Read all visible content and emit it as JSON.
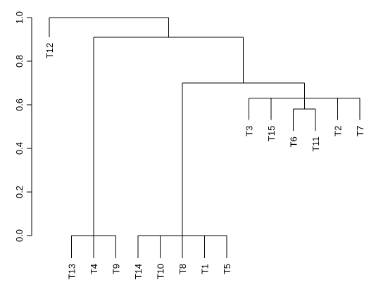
{
  "chart_data": {
    "type": "dendrogram",
    "title": "",
    "xlabel": "",
    "ylabel": "",
    "ylim": [
      0,
      1
    ],
    "yticks": [
      {
        "value": 0.0,
        "label": "0.0"
      },
      {
        "value": 0.2,
        "label": "0.2"
      },
      {
        "value": 0.4,
        "label": "0.4"
      },
      {
        "value": 0.6,
        "label": "0.6"
      },
      {
        "value": 0.8,
        "label": "0.8"
      },
      {
        "value": 1.0,
        "label": "1.0"
      }
    ],
    "grid": false,
    "leaves": [
      {
        "name": "T12",
        "x": 1.5,
        "height": 0.91
      },
      {
        "name": "T13",
        "x": 2.5,
        "height": 0.0
      },
      {
        "name": "T4",
        "x": 3.5,
        "height": 0.0
      },
      {
        "name": "T9",
        "x": 4.5,
        "height": 0.0
      },
      {
        "name": "T14",
        "x": 5.5,
        "height": 0.0
      },
      {
        "name": "T10",
        "x": 6.5,
        "height": 0.0
      },
      {
        "name": "T8",
        "x": 7.5,
        "height": 0.0
      },
      {
        "name": "T1",
        "x": 8.5,
        "height": 0.0
      },
      {
        "name": "T5",
        "x": 9.5,
        "height": 0.0
      },
      {
        "name": "T3",
        "x": 10.5,
        "height": 0.53
      },
      {
        "name": "T15",
        "x": 11.5,
        "height": 0.53
      },
      {
        "name": "T6",
        "x": 12.5,
        "height": 0.48
      },
      {
        "name": "T11",
        "x": 13.5,
        "height": 0.48
      },
      {
        "name": "T2",
        "x": 14.5,
        "height": 0.53
      },
      {
        "name": "T7",
        "x": 15.5,
        "height": 0.53
      }
    ],
    "merges": [
      {
        "name": "T13-T4-T9",
        "height": 0.0,
        "children": [
          "T13",
          "T4",
          "T9"
        ]
      },
      {
        "name": "T14-T10-T8-T1-T5",
        "height": 0.0,
        "children": [
          "T14",
          "T10",
          "T8",
          "T1",
          "T5"
        ]
      },
      {
        "name": "T6-T11",
        "height": 0.58,
        "children": [
          "T6",
          "T11"
        ]
      },
      {
        "name": "T3-T15-T6-T11-T2-T7",
        "height": 0.63,
        "children": [
          "T3",
          "T15",
          "T6-T11",
          "T2",
          "T7"
        ]
      },
      {
        "name": "cluster-B",
        "height": 0.7,
        "children": [
          "T14-T10-T8-T1-T5",
          "T3-T15-T6-T11-T2-T7"
        ]
      },
      {
        "name": "cluster-AB",
        "height": 0.91,
        "children": [
          "T13-T4-T9",
          "cluster-B"
        ]
      },
      {
        "name": "root",
        "height": 1.0,
        "children": [
          "T12",
          "cluster-AB"
        ]
      }
    ]
  }
}
